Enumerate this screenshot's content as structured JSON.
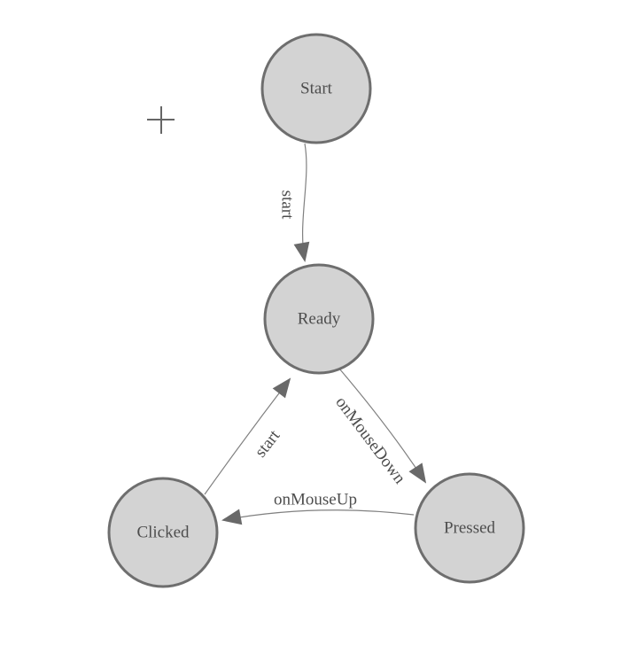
{
  "diagram": {
    "type": "state-machine",
    "nodes": [
      {
        "id": "start",
        "label": "Start"
      },
      {
        "id": "ready",
        "label": "Ready"
      },
      {
        "id": "clicked",
        "label": "Clicked"
      },
      {
        "id": "pressed",
        "label": "Pressed"
      }
    ],
    "edges": [
      {
        "from": "Start",
        "to": "Ready",
        "label": "start"
      },
      {
        "from": "Ready",
        "to": "Pressed",
        "label": "onMouseDown"
      },
      {
        "from": "Pressed",
        "to": "Clicked",
        "label": "onMouseUp"
      },
      {
        "from": "Clicked",
        "to": "Ready",
        "label": "start"
      }
    ],
    "colors": {
      "background": "#ffffff",
      "node_fill": "#d3d3d3",
      "node_stroke": "#6e6e6e",
      "edge_stroke": "#808080",
      "arrow_fill": "#696969",
      "text": "#4d4d4d",
      "cursor": "#666666"
    },
    "cursor": {
      "icon": "crosshair-plus"
    }
  }
}
